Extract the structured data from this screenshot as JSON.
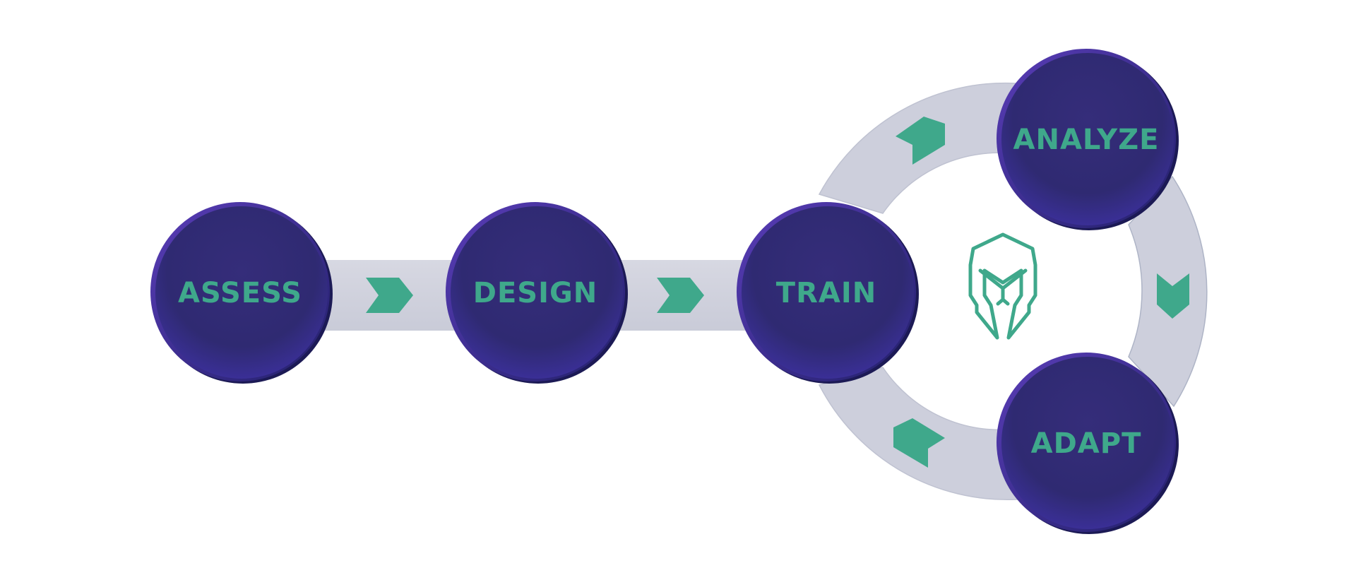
{
  "diagram": {
    "colors": {
      "node_fill_top": "#4a2f9a",
      "node_fill_bottom": "#2c2a6e",
      "node_rim": "#3b30a8",
      "accent": "#3fa88b",
      "track": "#cdcfdc",
      "track_edge": "#b9bccd",
      "background": "#ffffff"
    },
    "nodes": [
      {
        "id": "assess",
        "label": "ASSESS"
      },
      {
        "id": "design",
        "label": "DESIGN"
      },
      {
        "id": "train",
        "label": "TRAIN"
      },
      {
        "id": "analyze",
        "label": "ANALYZE"
      },
      {
        "id": "adapt",
        "label": "ADAPT"
      }
    ],
    "connectors": [
      {
        "from": "assess",
        "to": "design",
        "arrow_icon": "chevron-right-icon"
      },
      {
        "from": "design",
        "to": "train",
        "arrow_icon": "chevron-right-icon"
      },
      {
        "from": "train",
        "to": "analyze",
        "arrow_icon": "chevron-up-right-icon"
      },
      {
        "from": "analyze",
        "to": "adapt",
        "arrow_icon": "chevron-down-icon"
      },
      {
        "from": "adapt",
        "to": "train",
        "arrow_icon": "chevron-up-left-icon"
      }
    ],
    "center_icon": "spartan-helmet-icon"
  }
}
